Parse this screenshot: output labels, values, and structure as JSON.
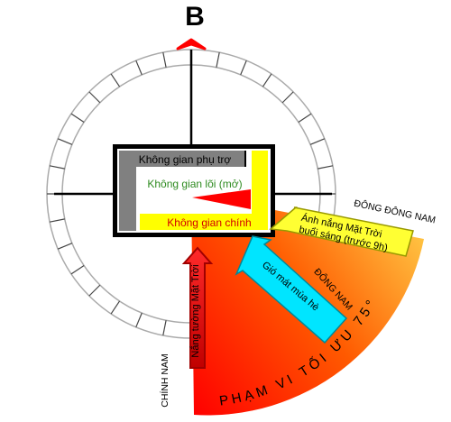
{
  "compass": {
    "north_label": "B"
  },
  "house": {
    "support_space": "Không gian phụ trợ",
    "core_space": "Không gian lõi (mở)",
    "main_space": "Không gian chính"
  },
  "directions": {
    "south": "CHÍNH NAM",
    "south_east": "ĐÔNG NAM",
    "east_south_east": "ĐÔNG ĐÔNG NAM"
  },
  "arrows": {
    "summer_sun": "Nắng tường Mặt Trời",
    "summer_wind": "Gió mát mùa hè",
    "morning_sun_line1": "Ánh nắng Mặt Trời",
    "morning_sun_line2": "buổi sáng (trước 9h)"
  },
  "optimal_range": {
    "label": "PHẠM VI TỐI ƯU 75°"
  },
  "colors": {
    "support": "#808080",
    "main": "#ffff00",
    "core_text": "#2e8b20",
    "main_text": "#d40000",
    "south_arrow": "#e00000",
    "wind_arrow": "#00e5ff",
    "morning_arrow": "#ffff33",
    "wedge_start": "#ff0000",
    "wedge_end": "#ffcc33"
  }
}
